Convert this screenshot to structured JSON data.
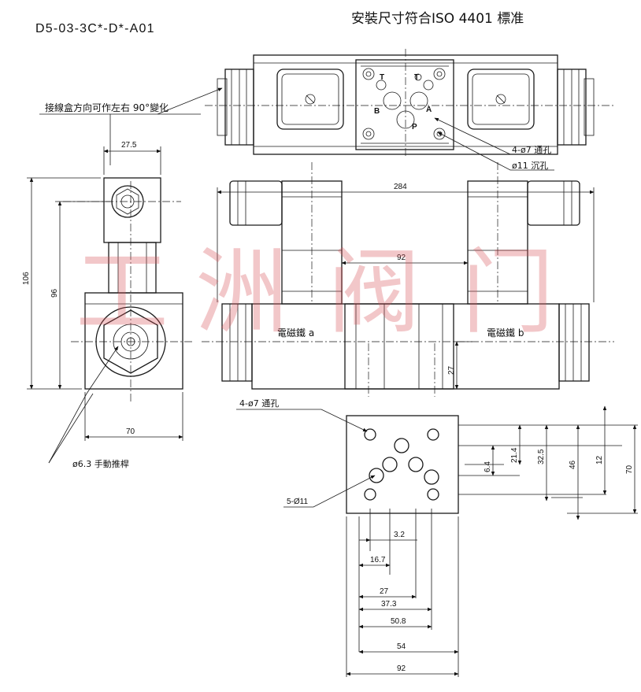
{
  "header": {
    "model": "D5-03-3C*-D*-A01",
    "standard": "安裝尺寸符合ISO 4401 標准"
  },
  "watermark": [
    "工",
    "洲",
    "阀",
    "门"
  ],
  "notes": {
    "junction_box": "接線盒方向可作左右 90°變化",
    "through_holes_top": "4-ø7  通孔",
    "counterbore": "ø11 沉孔",
    "manual_pin": "ø6.3 手動推桿",
    "through_holes_bottom": "4-ø7 通孔",
    "ports_bottom": "5-Ø11",
    "solenoid_a": "電磁鐵 a",
    "solenoid_b": "電磁鐵 b"
  },
  "ports": [
    "T",
    "T",
    "B",
    "A",
    "P"
  ],
  "dimensions": {
    "side_width": "27.5",
    "side_total_height": "106",
    "side_height": "96",
    "side_base_width": "70",
    "front_length": "284",
    "front_gap": "92",
    "front_height": "27",
    "v1": "21.4",
    "v2": "32.5",
    "v3": "46",
    "v4": "6.4",
    "v5": "12",
    "v6": "70",
    "h1": "3.2",
    "h2": "16.7",
    "h3": "27",
    "h4": "37.3",
    "h5": "50.8",
    "h6": "54",
    "h7": "92"
  }
}
